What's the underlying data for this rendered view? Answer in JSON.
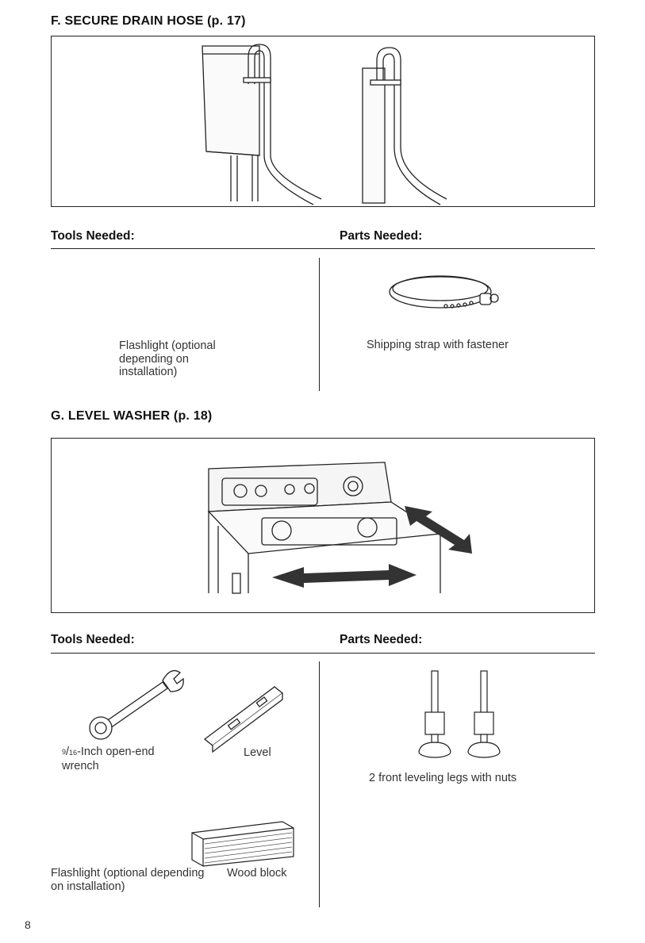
{
  "sectionF": {
    "title": "F. SECURE DRAIN HOSE (p. 17)",
    "tools_heading": "Tools Needed:",
    "parts_heading": "Parts Needed:",
    "tool_caption": "Flashlight (optional depending on installation)",
    "part_caption": "Shipping strap with fastener"
  },
  "sectionG": {
    "title": "G. LEVEL WASHER (p. 18)",
    "tools_heading": "Tools Needed:",
    "parts_heading": "Parts Needed:",
    "wrench_sup": "9",
    "wrench_sub": "16",
    "wrench_rest": "-Inch open-end wrench",
    "level_caption": "Level",
    "flashlight_caption": "Flashlight (optional depending on installation)",
    "wood_caption": "Wood block",
    "part_caption": "2 front leveling legs with nuts"
  },
  "page_number": "8"
}
